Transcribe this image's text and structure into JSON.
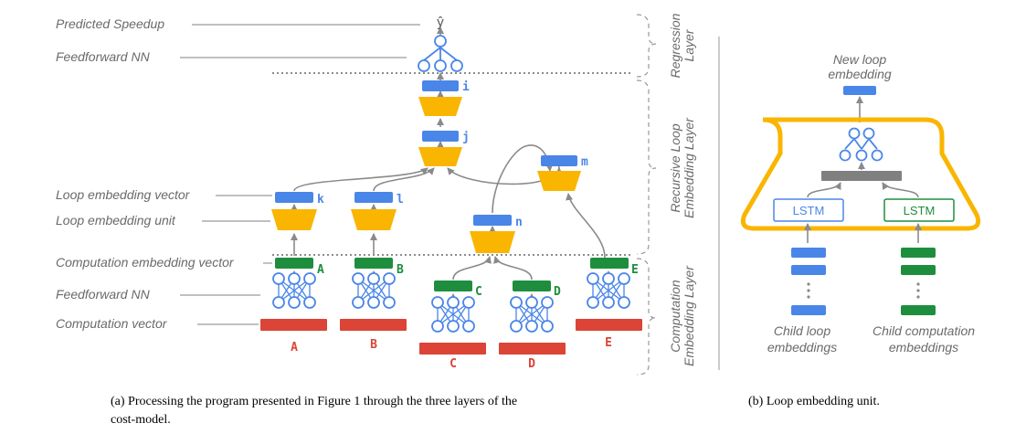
{
  "colors": {
    "blue": "#4a86e8",
    "green": "#1e8e3e",
    "red": "#db4437",
    "yellow": "#f9b500",
    "gray": "#7a7a7a",
    "text_gray": "#6a6a6a"
  },
  "left_labels": {
    "predicted_speedup": "Predicted Speedup",
    "feedforward_nn_top": "Feedforward NN",
    "loop_embedding_vector": "Loop embedding vector",
    "loop_embedding_unit": "Loop embedding unit",
    "computation_embedding_vector": "Computation embedding vector",
    "feedforward_nn_bottom": "Feedforward NN",
    "computation_vector": "Computation vector"
  },
  "layers": {
    "regression": [
      "Regression",
      "Layer"
    ],
    "recursive": [
      "Recursive Loop",
      "Embedding Layer"
    ],
    "computation": [
      "Computation",
      "Embedding Layer"
    ]
  },
  "output_symbol": "ŷ",
  "loop_names": {
    "i": "i",
    "j": "j",
    "k": "k",
    "l": "l",
    "m": "m",
    "n": "n"
  },
  "computation_names": {
    "A": "A",
    "B": "B",
    "C": "C",
    "D": "D",
    "E": "E"
  },
  "unit_panel": {
    "title_line1": "New loop",
    "title_line2": "embedding",
    "lstm_left": "LSTM",
    "lstm_right": "LSTM",
    "child_loop": [
      "Child loop",
      "embeddings"
    ],
    "child_computation": [
      "Child computation",
      "embeddings"
    ]
  },
  "captions": {
    "a_line1": "(a) Processing the program presented in Figure 1 through the three layers of the",
    "a_line2": "cost-model.",
    "b": "(b) Loop embedding unit."
  }
}
